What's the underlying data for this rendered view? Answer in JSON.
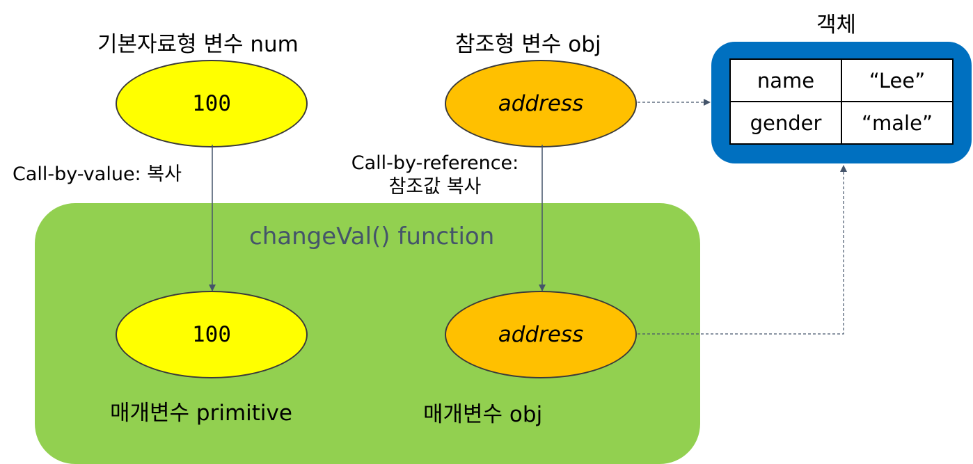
{
  "labels": {
    "primitive_var": "기본자료형 변수 num",
    "reference_var": "참조형 변수 obj",
    "object_title": "객체",
    "call_by_value": "Call-by-value: 복사",
    "call_by_reference_line1": "Call-by-reference:",
    "call_by_reference_line2": "참조값 복사",
    "function_title": "changeVal() function",
    "param_primitive": "매개변수 primitive",
    "param_obj": "매개변수 obj"
  },
  "ellipses": {
    "num_value": "100",
    "obj_address": "address",
    "param_primitive_value": "100",
    "param_obj_address": "address"
  },
  "object_table": [
    {
      "key": "name",
      "value": "“Lee”"
    },
    {
      "key": "gender",
      "value": "“male”"
    }
  ],
  "colors": {
    "primitive_fill": "#ffff00",
    "reference_fill": "#ffc000",
    "function_area": "#92d050",
    "object_frame": "#0070c0",
    "function_title_text": "#44546a",
    "arrow": "#44546a"
  }
}
